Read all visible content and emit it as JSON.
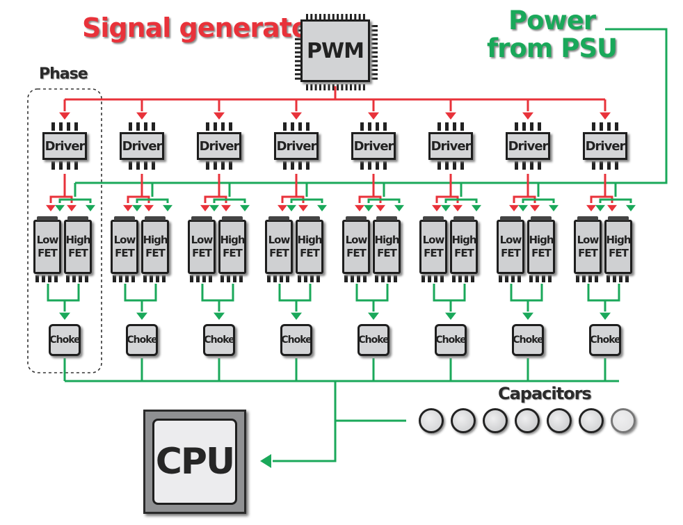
{
  "title_signal": "Signal generator",
  "title_power_line1": "Power",
  "title_power_line2": "from PSU",
  "pwm_label": "PWM",
  "phase_label": "Phase",
  "capacitors_label": "Capacitors",
  "cpu_label": "CPU",
  "colors": {
    "signal": "#e8323a",
    "power": "#1aa85a",
    "chip": "#d4d5d7",
    "outline": "#1e1e1e"
  },
  "phases": [
    {
      "driver": "Driver",
      "low_fet": [
        "Low",
        "FET"
      ],
      "high_fet": [
        "High",
        "FET"
      ],
      "choke": "Choke"
    },
    {
      "driver": "Driver",
      "low_fet": [
        "Low",
        "FET"
      ],
      "high_fet": [
        "High",
        "FET"
      ],
      "choke": "Choke"
    },
    {
      "driver": "Driver",
      "low_fet": [
        "Low",
        "FET"
      ],
      "high_fet": [
        "High",
        "FET"
      ],
      "choke": "Choke"
    },
    {
      "driver": "Driver",
      "low_fet": [
        "Low",
        "FET"
      ],
      "high_fet": [
        "High",
        "FET"
      ],
      "choke": "Choke"
    },
    {
      "driver": "Driver",
      "low_fet": [
        "Low",
        "FET"
      ],
      "high_fet": [
        "High",
        "FET"
      ],
      "choke": "Choke"
    },
    {
      "driver": "Driver",
      "low_fet": [
        "Low",
        "FET"
      ],
      "high_fet": [
        "High",
        "FET"
      ],
      "choke": "Choke"
    },
    {
      "driver": "Driver",
      "low_fet": [
        "Low",
        "FET"
      ],
      "high_fet": [
        "High",
        "FET"
      ],
      "choke": "Choke"
    },
    {
      "driver": "Driver",
      "low_fet": [
        "Low",
        "FET"
      ],
      "high_fet": [
        "High",
        "FET"
      ],
      "choke": "Choke"
    }
  ],
  "capacitor_count": 7
}
